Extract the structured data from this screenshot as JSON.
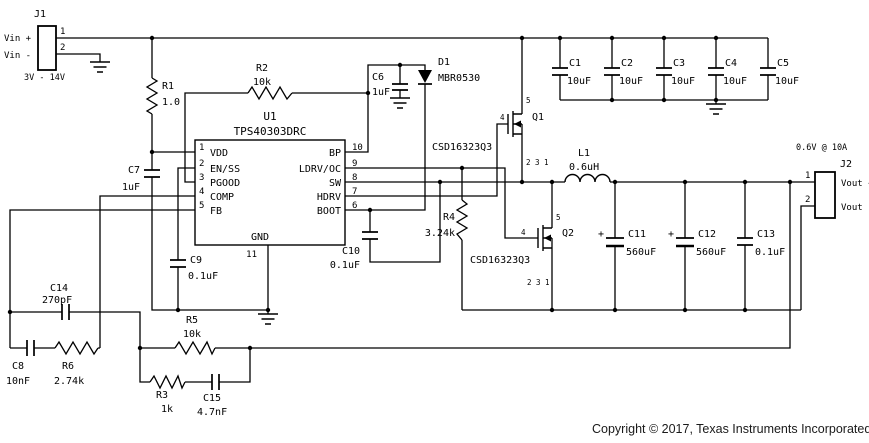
{
  "meta": {
    "copyright": "Copyright © 2017, Texas Instruments Incorporated"
  },
  "j1": {
    "ref": "J1",
    "pin1": "1",
    "pin2": "2",
    "plus": "Vin +",
    "minus": "Vin -",
    "range": "3V - 14V"
  },
  "j2": {
    "ref": "J2",
    "pin1": "1",
    "pin2": "2",
    "plus": "Vout +",
    "minus": "Vout -",
    "rating": "0.6V @ 10A"
  },
  "u1": {
    "ref": "U1",
    "part": "TPS40303DRC",
    "left": [
      {
        "n": "1",
        "name": "VDD"
      },
      {
        "n": "2",
        "name": "EN/SS"
      },
      {
        "n": "3",
        "name": "PGOOD"
      },
      {
        "n": "4",
        "name": "COMP"
      },
      {
        "n": "5",
        "name": "FB"
      }
    ],
    "right": [
      {
        "n": "10",
        "name": "BP"
      },
      {
        "n": "9",
        "name": "LDRV/OC"
      },
      {
        "n": "8",
        "name": "SW"
      },
      {
        "n": "7",
        "name": "HDRV"
      },
      {
        "n": "6",
        "name": "BOOT"
      }
    ],
    "gnd": {
      "n": "11",
      "name": "GND"
    }
  },
  "parts": {
    "r1": {
      "ref": "R1",
      "val": "1.0"
    },
    "r2": {
      "ref": "R2",
      "val": "10k"
    },
    "r3": {
      "ref": "R3",
      "val": "1k"
    },
    "r4": {
      "ref": "R4",
      "val": "3.24k"
    },
    "r5": {
      "ref": "R5",
      "val": "10k"
    },
    "r6": {
      "ref": "R6",
      "val": "2.74k"
    },
    "c1": {
      "ref": "C1",
      "val": "10uF"
    },
    "c2": {
      "ref": "C2",
      "val": "10uF"
    },
    "c3": {
      "ref": "C3",
      "val": "10uF"
    },
    "c4": {
      "ref": "C4",
      "val": "10uF"
    },
    "c5": {
      "ref": "C5",
      "val": "10uF"
    },
    "c6": {
      "ref": "C6",
      "val": "1uF"
    },
    "c7": {
      "ref": "C7",
      "val": "1uF"
    },
    "c8": {
      "ref": "C8",
      "val": "10nF"
    },
    "c9": {
      "ref": "C9",
      "val": "0.1uF"
    },
    "c10": {
      "ref": "C10",
      "val": "0.1uF"
    },
    "c11": {
      "ref": "C11",
      "val": "560uF",
      "pol": "+"
    },
    "c12": {
      "ref": "C12",
      "val": "560uF",
      "pol": "+"
    },
    "c13": {
      "ref": "C13",
      "val": "0.1uF"
    },
    "c14": {
      "ref": "C14",
      "val": "270pF"
    },
    "c15": {
      "ref": "C15",
      "val": "4.7nF"
    },
    "d1": {
      "ref": "D1",
      "val": "MBR0530"
    },
    "l1": {
      "ref": "L1",
      "val": "0.6uH"
    },
    "q1": {
      "ref": "Q1",
      "val": "CSD16323Q3",
      "g": "4",
      "d": "5",
      "s": "2 3 1"
    },
    "q2": {
      "ref": "Q2",
      "val": "CSD16323Q3",
      "g": "4",
      "d": "5",
      "s": "2 3 1"
    }
  }
}
